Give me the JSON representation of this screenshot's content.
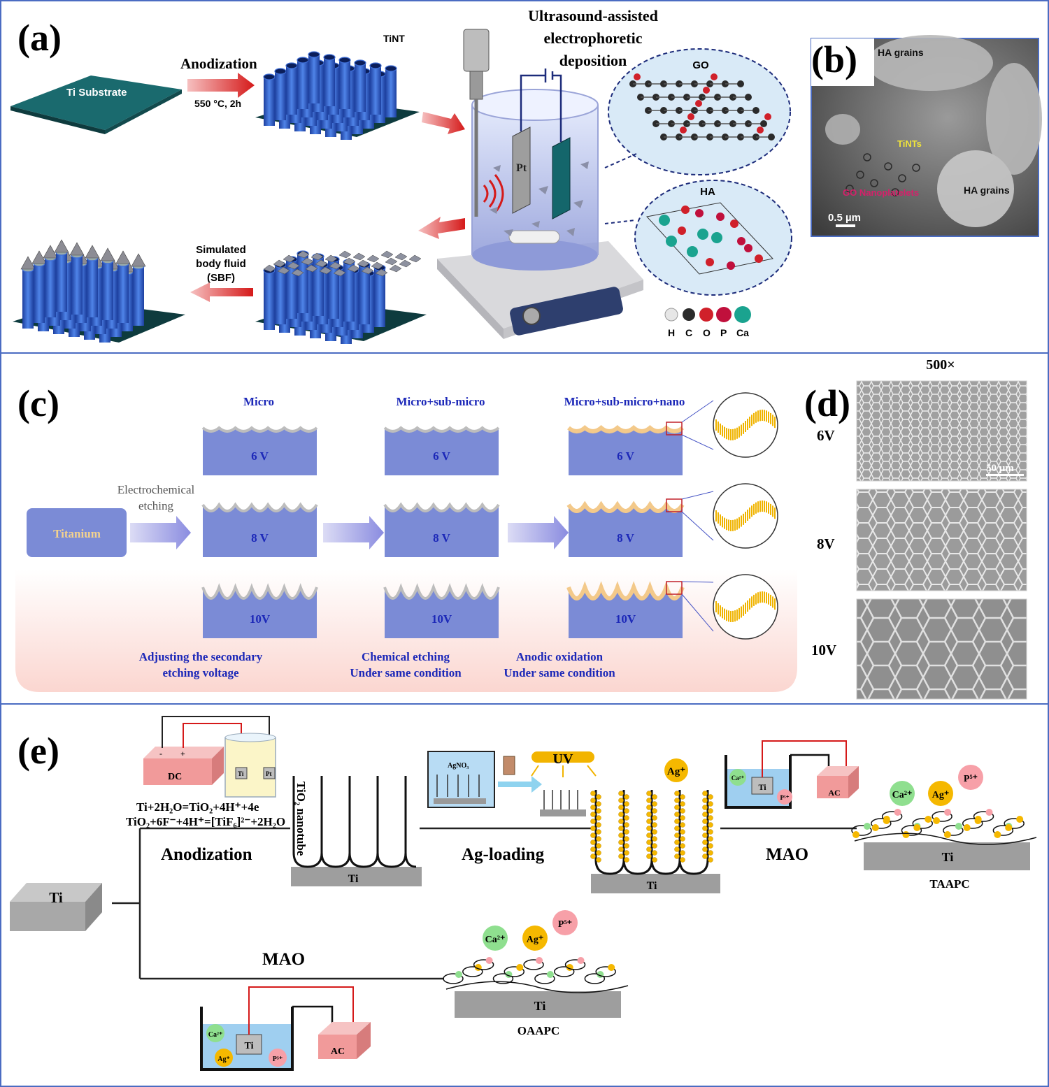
{
  "panel_a": {
    "letter": "(a)",
    "substrate_label": "Ti Substrate",
    "step1_label": "Anodization",
    "step1_condition": "550 °C, 2h",
    "tint_label": "TiNT",
    "process_title_lines": [
      "Ultrasound-assisted",
      "electrophoretic",
      "deposition"
    ],
    "electrode_label": "Pt",
    "go_label": "GO",
    "ha_label": "HA",
    "sbf_lines": [
      "Simulated",
      "body fluid",
      "(SBF)"
    ],
    "legend": [
      "H",
      "C",
      "O",
      "P",
      "Ca"
    ],
    "legend_colors": [
      "#e6e6e6",
      "#2b2b2b",
      "#d0202a",
      "#c0103c",
      "#1aa38f"
    ]
  },
  "panel_b": {
    "letter": "(b)",
    "label_ha_top": "HA grains",
    "label_tints": "TiNTs",
    "label_go": "GO Nanoplatelets",
    "label_ha_right": "HA grains",
    "scale_bar": "0.5 µm"
  },
  "panel_c": {
    "letter": "(c)",
    "col_titles": [
      "Micro",
      "Micro+sub-micro",
      "Micro+sub-micro+nano"
    ],
    "start_label": "Titanium",
    "etch_lines": [
      "Electrochemical",
      "etching"
    ],
    "voltages_row": [
      "6 V",
      "8 V",
      "10V"
    ],
    "caption1_lines": [
      "Adjusting the secondary",
      "etching voltage"
    ],
    "caption2_lines": [
      "Chemical etching",
      "Under same condition"
    ],
    "caption3_lines": [
      "Anodic oxidation",
      "Under same condition"
    ]
  },
  "panel_d": {
    "letter": "(d)",
    "magnification": "500×",
    "rows": [
      "6V",
      "8V",
      "10V"
    ],
    "scale_bar": "50 μm"
  },
  "panel_e": {
    "letter": "(e)",
    "ti_block": "Ti",
    "dc_label": "DC",
    "beaker_ti": "Ti",
    "beaker_pt": "Pt",
    "equation1": "Ti+2H₂O=TiO₂+4H⁺+4e",
    "equation2": "TiO₂+6F⁻+4H⁺=[TiF₆]²⁻+2H₂O",
    "anodization_label": "Anodization",
    "nanotube_label": "TiO₂ nanotube",
    "ti_base": "Ti",
    "agno3_label": "AgNO₃",
    "uv_label": "UV",
    "ag_loading_label": "Ag-loading",
    "ag_ion": "Ag⁺",
    "mao_label": "MAO",
    "ac_label": "AC",
    "ca_ion": "Ca²⁺",
    "p_ion": "P⁵⁺",
    "taapc_label": "TAAPC",
    "oaapc_label": "OAAPC"
  }
}
